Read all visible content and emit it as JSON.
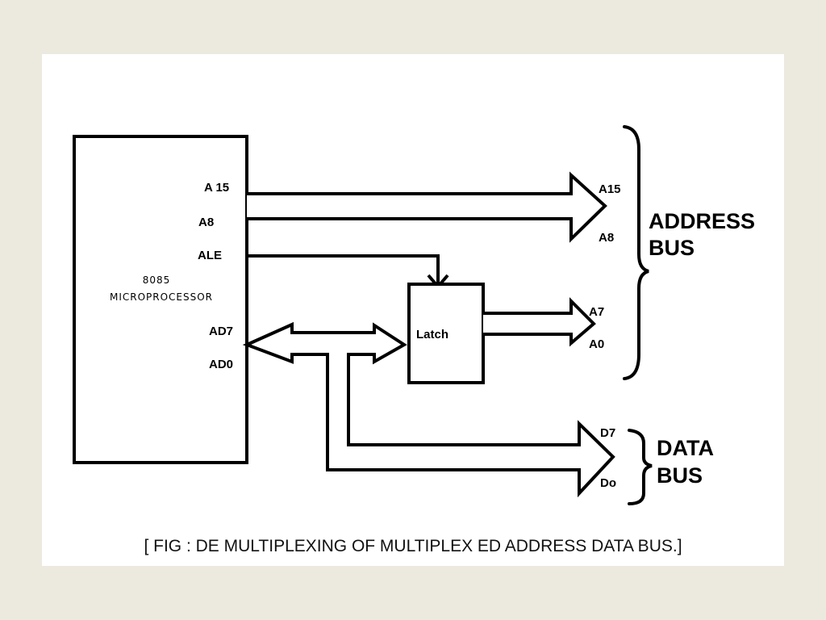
{
  "diagram": {
    "processor": {
      "name_line1": "8085",
      "name_line2": "MICROPROCESSOR",
      "pins": {
        "a15": "A 15",
        "a8": "A8",
        "ale": "ALE",
        "ad7": "AD7",
        "ad0": "AD0"
      }
    },
    "latch": {
      "label": "Latch"
    },
    "outputs": {
      "address_high_top": "A15",
      "address_high_bottom": "A8",
      "address_low_top": "A7",
      "address_low_bottom": "A0",
      "data_top": "D7",
      "data_bottom": "Do"
    },
    "groups": {
      "address_bus_line1": "ADDRESS",
      "address_bus_line2": "BUS",
      "data_bus_line1": "DATA",
      "data_bus_line2": "BUS"
    }
  },
  "caption": "[ FIG : DE MULTIPLEXING OF MULTIPLEX ED ADDRESS DATA BUS.]"
}
